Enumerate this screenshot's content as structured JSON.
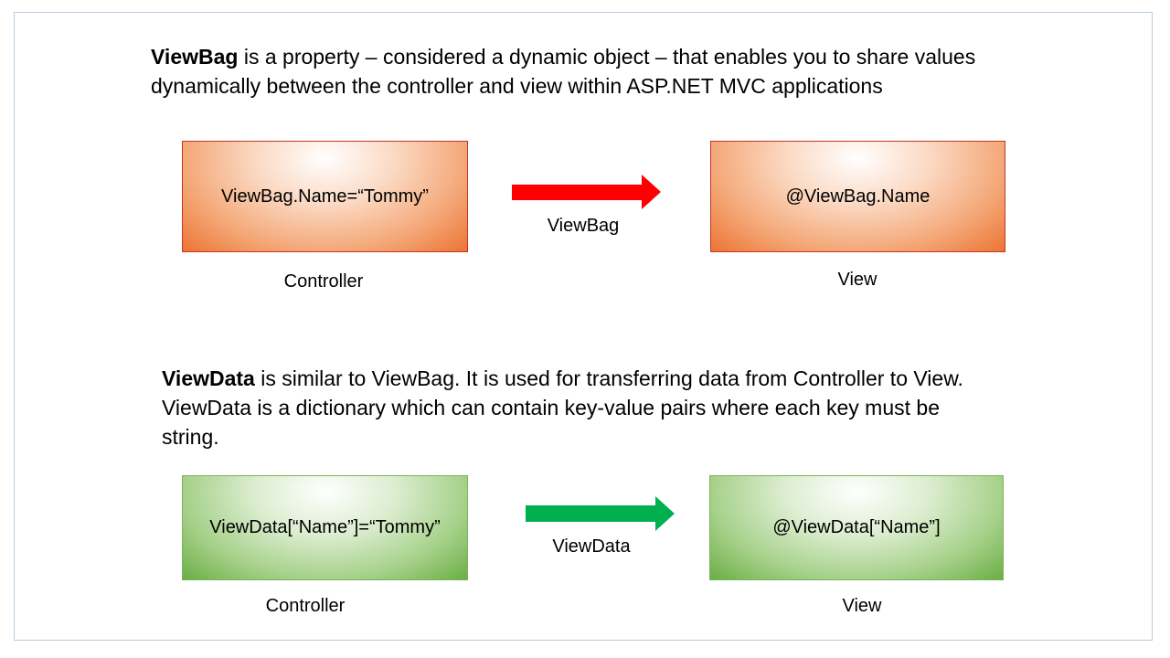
{
  "viewbag": {
    "title_bold": "ViewBag",
    "title_rest": " is a property – considered a dynamic object – that enables you to share values",
    "line2": "dynamically between the controller and view within ASP.NET MVC applications",
    "controller_box": "ViewBag.Name=“Tommy”",
    "view_box": "@ViewBag.Name",
    "arrow_label": "ViewBag",
    "controller_label": "Controller",
    "view_label": "View",
    "arrow_color": "#ff0000"
  },
  "viewdata": {
    "title_bold": "ViewData",
    "title_rest": " is similar to ViewBag. It is used for transferring data from Controller to View.",
    "line2": "ViewData is a dictionary which can contain key-value pairs where each key must be",
    "line3": "string.",
    "controller_box": "ViewData[“Name”]=“Tommy”",
    "view_box": "@ViewData[“Name”]",
    "arrow_label": "ViewData",
    "controller_label": "Controller",
    "view_label": "View",
    "arrow_color": "#00b050"
  }
}
